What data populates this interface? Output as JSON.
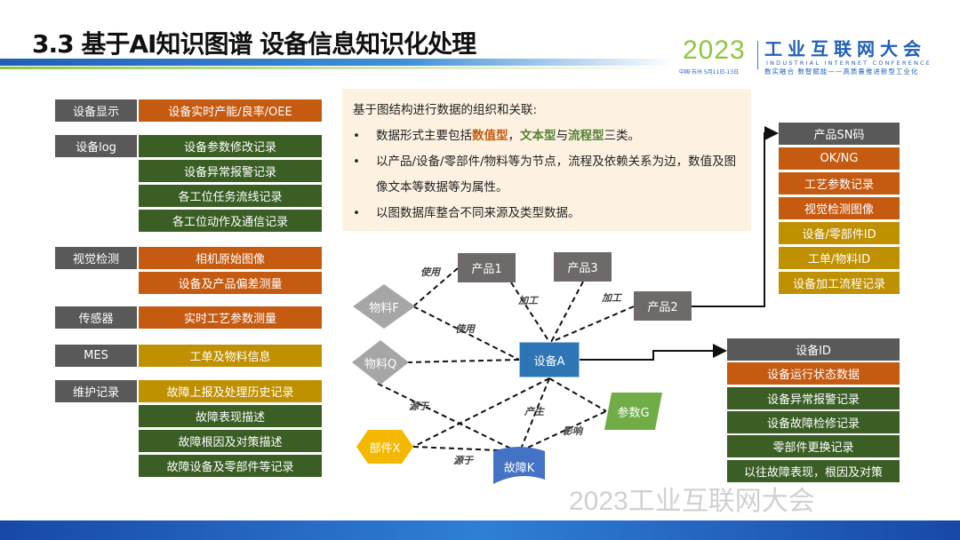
{
  "title": "3.3 基于AI知识图谱 设备信息知识化处理",
  "logo": {
    "year": "2023",
    "name": "工业互联网大会",
    "en": "INDUSTRIAL INTERNET CONFERENCE",
    "slogan": "数实融合 数智赋能——高质量推进新型工业化",
    "date": "中国·苏州 5月11日-13日"
  },
  "left": [
    {
      "label": "设备显示",
      "items": [
        {
          "text": "设备实时产能/良率/OEE",
          "color": "o"
        }
      ]
    },
    {
      "label": "设备log",
      "items": [
        {
          "text": "设备参数修改记录",
          "color": "g"
        },
        {
          "text": "设备异常报警记录",
          "color": "g"
        },
        {
          "text": "各工位任务流线记录",
          "color": "g"
        },
        {
          "text": "各工位动作及通信记录",
          "color": "g"
        }
      ]
    },
    {
      "label": "视觉检测",
      "items": [
        {
          "text": "相机原始图像",
          "color": "o"
        },
        {
          "text": "设备及产品偏差测量",
          "color": "o"
        }
      ]
    },
    {
      "label": "传感器",
      "items": [
        {
          "text": "实时工艺参数测量",
          "color": "o"
        }
      ]
    },
    {
      "label": "MES",
      "items": [
        {
          "text": "工单及物料信息",
          "color": "y"
        }
      ]
    },
    {
      "label": "维护记录",
      "items": [
        {
          "text": "故障上报及处理历史记录",
          "color": "y"
        },
        {
          "text": "故障表现描述",
          "color": "g"
        },
        {
          "text": "故障根因及对策描述",
          "color": "g"
        },
        {
          "text": "故障设备及零部件等记录",
          "color": "g"
        }
      ]
    }
  ],
  "text": {
    "heading": "基于图结构进行数据的组织和关联:",
    "b1_pre": "数据形式主要包括",
    "b1_a": "数值型",
    "b1_mid": "，",
    "b1_b": "文本型",
    "b1_and": "与",
    "b1_c": "流程型",
    "b1_post": "三类。",
    "b2": "以产品/设备/零部件/物料等为节点，流程及依赖关系为边，数值及图像文本等数据等为属性。",
    "b3": "以图数据库整合不同来源及类型数据。",
    "bullet": "•"
  },
  "nodes": {
    "p1": "产品1",
    "p3": "产品3",
    "p2": "产品2",
    "a": "设备A",
    "f": "物料F",
    "q": "物料Q",
    "g": "参数G",
    "x": "部件X",
    "k": "故障K"
  },
  "edges": {
    "use1": "使用",
    "use2": "使用",
    "proc1": "加工",
    "proc2": "加工",
    "src1": "源于",
    "src2": "源于",
    "prod": "产生",
    "infl": "影响"
  },
  "right_top": [
    {
      "text": "产品SN码",
      "color": "gr"
    },
    {
      "text": "OK/NG",
      "color": "o"
    },
    {
      "text": "工艺参数记录",
      "color": "o"
    },
    {
      "text": "视觉检测图像",
      "color": "o"
    },
    {
      "text": "设备/零部件ID",
      "color": "y"
    },
    {
      "text": "工单/物料ID",
      "color": "y"
    },
    {
      "text": "设备加工流程记录",
      "color": "y"
    }
  ],
  "right_bottom": [
    {
      "text": "设备ID",
      "color": "gr"
    },
    {
      "text": "设备运行状态数据",
      "color": "o"
    },
    {
      "text": "设备异常报警记录",
      "color": "g"
    },
    {
      "text": "设备故障检修记录",
      "color": "g"
    },
    {
      "text": "零部件更换记录",
      "color": "g"
    },
    {
      "text": "以往故障表现，根因及对策",
      "color": "g"
    }
  ],
  "watermark": "2023工业互联网大会"
}
